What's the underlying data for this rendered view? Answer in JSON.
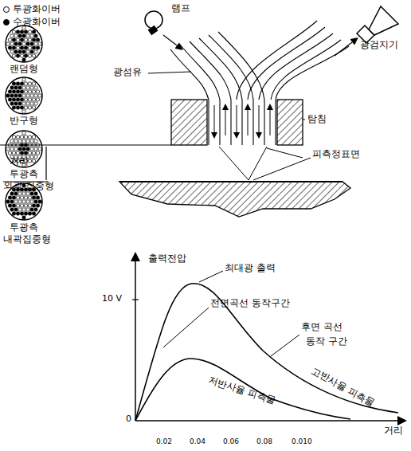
{
  "diagram": {
    "labels": [
      "랜덤형",
      "반구형",
      "투광측",
      "외곽 집중형",
      "투광측",
      "내곽집중형",
      "램프",
      "광검지기",
      "광섬유",
      "탐침",
      "거리",
      "피측정표면",
      "출력전압",
      "10 V",
      "최대광 출력",
      "전면곡선 동작구간",
      "후면 곡선",
      "동작 구간",
      "고반사율 피측물",
      "저반사율 피측물",
      "0",
      "0.02",
      "0.04",
      "0.06",
      "0.08",
      "0.010",
      "거리"
    ],
    "legend": [
      {
        "text": "투광화이버",
        "color": "#ffffff"
      },
      {
        "text": "수광화이버",
        "color": "#000000"
      }
    ]
  }
}
